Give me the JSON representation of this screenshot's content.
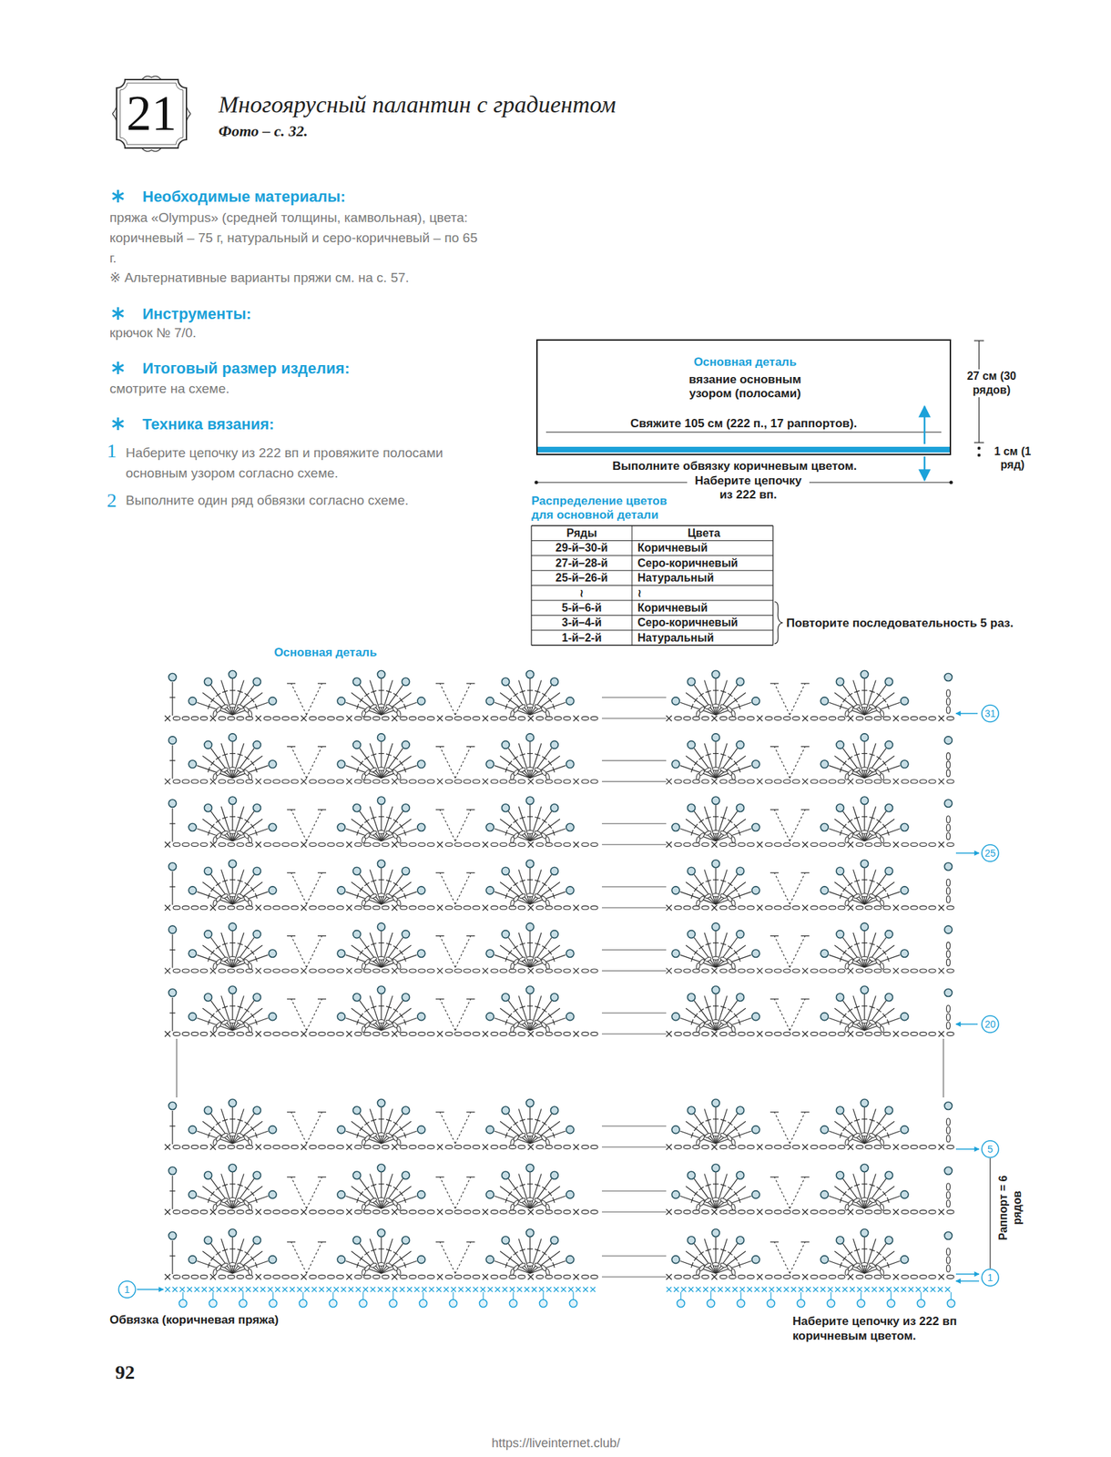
{
  "diagram": {
    "title": "Многоярусный палантин с градиентом",
    "nodes": [
      {
        "text": [
          "21"
        ]
      },
      {
        "text": [
          "Основная деталь",
          "вязание основным узором (полосами)",
          "Свяжите 105 см (222 п., 17 раппортов)."
        ]
      }
    ],
    "labels": [
      "Фото – с. 32.",
      "Необходимые материалы:",
      "пряжа «Olympus» (средней толщины, камвольная), цвета: коричневый – 75 г, натуральный и серо-коричневый – по 65 г.",
      "※ Альтернативные варианты пряжи см. на с. 57.",
      "Инструменты:",
      "крючок № 7/0.",
      "Итоговый размер изделия:",
      "смотрите на схеме.",
      "Техника вязания:",
      "1",
      "Наберите цепочку из 222 вп и провяжите полосами основным узором согласно схеме.",
      "2",
      "Выполните один ряд обвязки согласно схеме.",
      "Выполните обвязку коричневым цветом.",
      "Наберите цепочку из 222 вп.",
      "27 см (30 рядов)",
      "1 см (1 ряд)",
      "Распределение цветов для основной детали",
      "Ряды",
      "Цвета",
      "29-й–30-й",
      "Коричневый",
      "27-й–28-й",
      "Серо-коричневый",
      "25-й–26-й",
      "Натуральный",
      "≀",
      "≀",
      "5-й–6-й",
      "Коричневый",
      "3-й–4-й",
      "Серо-коричневый",
      "1-й–2-й",
      "Натуральный",
      "Повторите последовательность 5 раз.",
      "Основная деталь",
      "31",
      "25",
      "20",
      "5",
      "1",
      "1",
      "Раппорт = 6 рядов",
      "Обвязка (коричневая пряжа)",
      "Наберите цепочку из 222 вп коричневым цветом.",
      "92",
      "https://liveinternet.club/"
    ]
  }
}
